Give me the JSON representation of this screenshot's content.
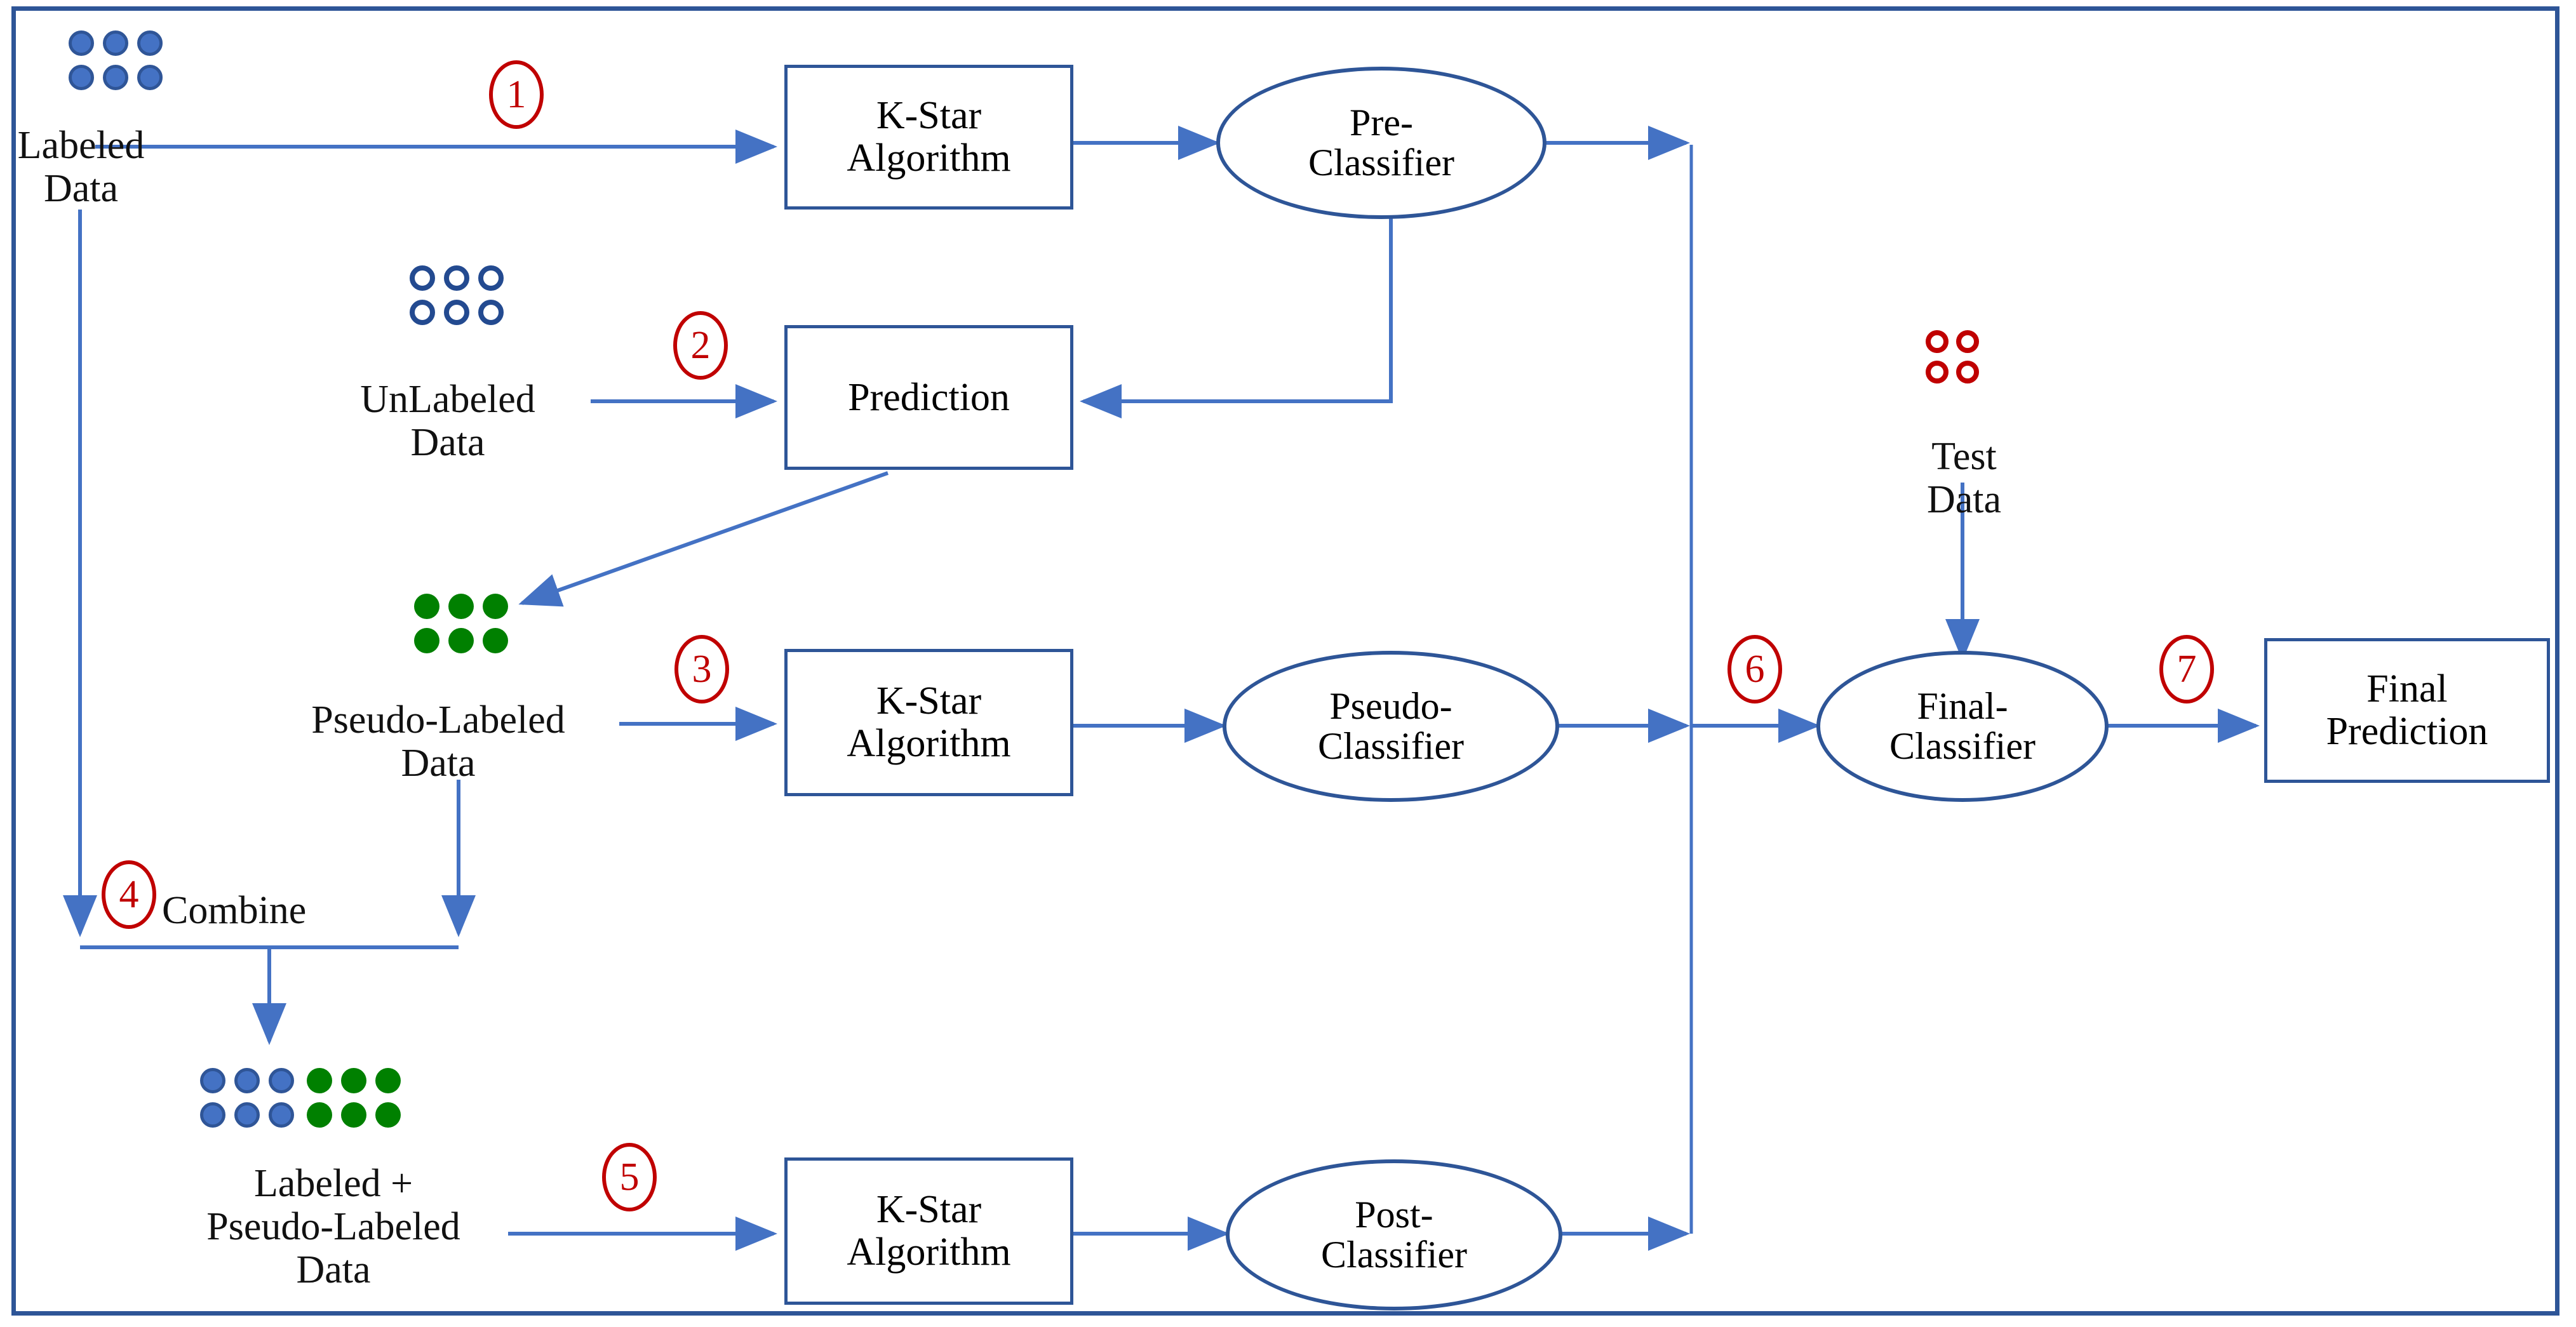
{
  "diagram": {
    "title": "Self-training semi-supervised K-Star pipeline",
    "border_color": "#2e5597",
    "arrow_color": "#4472c4",
    "step_color": "#c00000",
    "label_text_color": "#111111",
    "dot_colors": {
      "labeled": "#4472c4",
      "unlabeled_ring": "#234a90",
      "pseudo": "#008000",
      "test_ring": "#c00000"
    }
  },
  "steps": {
    "s1": "1",
    "s2": "2",
    "s3": "3",
    "s4": "4",
    "s5": "5",
    "s6": "6",
    "s7": "7"
  },
  "labels": {
    "labeled_data": {
      "line1": "Labeled",
      "line2": "Data"
    },
    "unlabeled_data": {
      "line1": "UnLabeled",
      "line2": "Data"
    },
    "pseudo_labeled_data": {
      "line1": "Pseudo-Labeled",
      "line2": "Data"
    },
    "combine": "Combine",
    "combined_data": {
      "line1": "Labeled +",
      "line2": "Pseudo-Labeled",
      "line3": "Data"
    },
    "test_data": {
      "line1": "Test",
      "line2": "Data"
    }
  },
  "nodes": {
    "kstar_top": {
      "line1": "K-Star",
      "line2": "Algorithm"
    },
    "kstar_mid": {
      "line1": "K-Star",
      "line2": "Algorithm"
    },
    "kstar_bottom": {
      "line1": "K-Star",
      "line2": "Algorithm"
    },
    "prediction": {
      "line1": "Prediction"
    },
    "pre_classifier": {
      "line1": "Pre-",
      "line2": "Classifier"
    },
    "pseudo_classifier": {
      "line1": "Pseudo-",
      "line2": "Classifier"
    },
    "post_classifier": {
      "line1": "Post-",
      "line2": "Classifier"
    },
    "final_classifier": {
      "line1": "Final-",
      "line2": "Classifier"
    },
    "final_prediction": {
      "line1": "Final",
      "line2": "Prediction"
    }
  },
  "dot_groups": {
    "labeled": {
      "rows": 2,
      "cols": 3,
      "style": "filled-blue"
    },
    "unlabeled": {
      "rows": 2,
      "cols": 3,
      "style": "hollow-blue"
    },
    "pseudo": {
      "rows": 2,
      "cols": 3,
      "style": "filled-green"
    },
    "combined_blue": {
      "rows": 2,
      "cols": 3,
      "style": "filled-blue"
    },
    "combined_green": {
      "rows": 2,
      "cols": 3,
      "style": "filled-green"
    },
    "test": {
      "rows": 2,
      "cols": 2,
      "style": "hollow-red"
    }
  }
}
